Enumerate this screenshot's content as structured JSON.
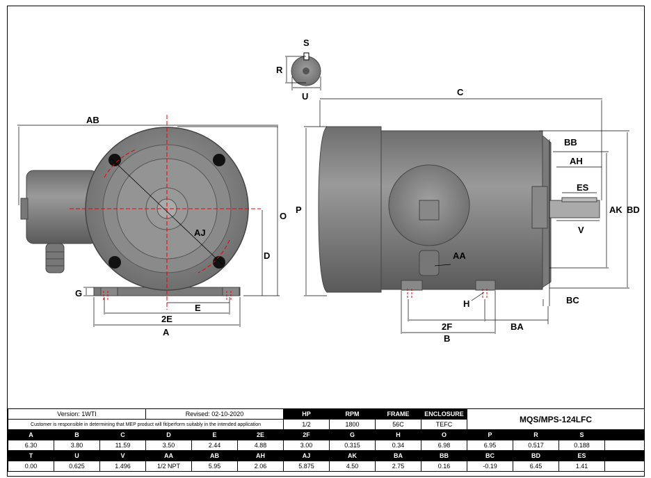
{
  "dimension_labels": {
    "S": "S",
    "R": "R",
    "U": "U",
    "C": "C",
    "AB": "AB",
    "O": "O",
    "P": "P",
    "BB": "BB",
    "AH": "AH",
    "ES": "ES",
    "AK": "AK",
    "BD": "BD",
    "V": "V",
    "AJ": "AJ",
    "D": "D",
    "AA": "AA",
    "G": "G",
    "E": "E",
    "TWO_E": "2E",
    "A": "A",
    "H": "H",
    "BC": "BC",
    "TWO_F": "2F",
    "BA": "BA",
    "B": "B"
  },
  "info": {
    "version": "Version: 1WTI",
    "revised": "Revised: 02-10-2020",
    "disclaimer": "Customer is responsible in determining that MEP product will fit/perform suitably in the intended application",
    "headers": {
      "hp": "HP",
      "rpm": "RPM",
      "frame": "FRAME",
      "enclosure": "ENCLOSURE"
    },
    "values": {
      "hp": "1/2",
      "rpm": "1800",
      "frame": "56C",
      "enclosure": "TEFC"
    },
    "model": "MQS/MPS-124LFC"
  },
  "row1": {
    "headers": [
      "A",
      "B",
      "C",
      "D",
      "E",
      "2E",
      "2F",
      "G",
      "H",
      "O",
      "P",
      "R",
      "S",
      ""
    ],
    "values": [
      "6.30",
      "3.80",
      "11.59",
      "3.50",
      "2.44",
      "4.88",
      "3.00",
      "0.315",
      "0.34",
      "6.98",
      "6.95",
      "0.517",
      "0.188",
      ""
    ]
  },
  "row2": {
    "headers": [
      "T",
      "U",
      "V",
      "AA",
      "AB",
      "AH",
      "AJ",
      "AK",
      "BA",
      "BB",
      "BC",
      "BD",
      "ES",
      ""
    ],
    "values": [
      "0.00",
      "0.625",
      "1.496",
      "1/2 NPT",
      "5.95",
      "2.06",
      "5.875",
      "4.50",
      "2.75",
      "0.16",
      "-0.19",
      "6.45",
      "1.41",
      ""
    ]
  }
}
